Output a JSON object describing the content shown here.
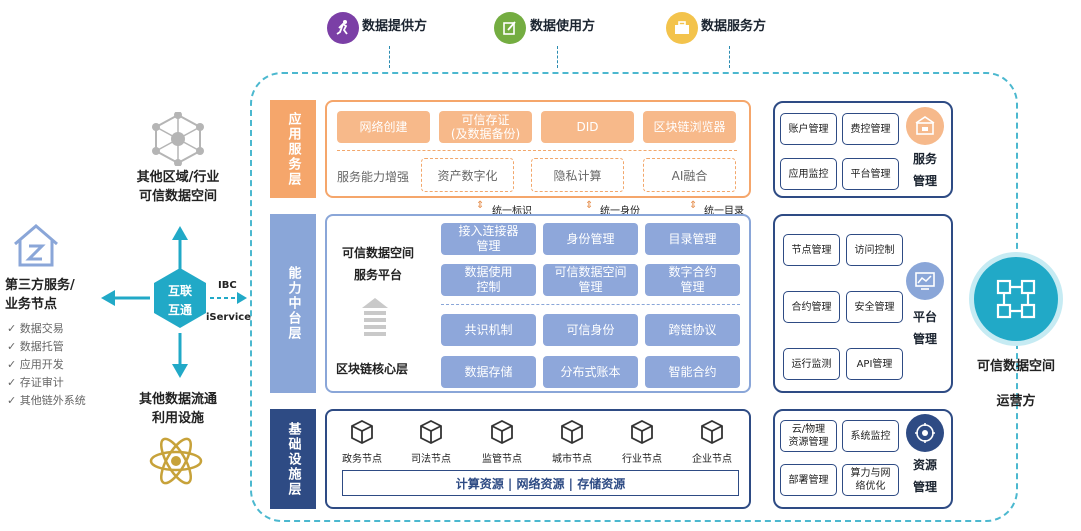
{
  "top_roles": [
    {
      "label": "数据提供方",
      "icon": "runner-icon",
      "color": "#7b3fa6"
    },
    {
      "label": "数据使用方",
      "icon": "edit-icon",
      "color": "#74ad41"
    },
    {
      "label": "数据服务方",
      "icon": "briefcase-icon",
      "color": "#f3c34c"
    }
  ],
  "left": {
    "other_space": "其他区域/行业\n可信数据空间",
    "hub": {
      "line1": "互联",
      "line2": "互通"
    },
    "ibc": "IBC",
    "iservice": "iService",
    "third_party": "第三方服务/\n业务节点",
    "third_party_items": [
      "数据交易",
      "数据托管",
      "应用开发",
      "存证审计",
      "其他链外系统"
    ],
    "infra": "其他数据流通\n利用设施",
    "check": "✓"
  },
  "layers": {
    "app": "应用服务层",
    "capability": "能力中台层",
    "infra": "基础设施层"
  },
  "app_layer": {
    "buttons": [
      "网络创建",
      "可信存证\n(及数据备份)",
      "DID",
      "区块链浏览器"
    ],
    "enhance_label": "服务能力增强",
    "enhance_items": [
      "资产数字化",
      "隐私计算",
      "AI融合"
    ]
  },
  "unify": [
    "统一标识",
    "统一身份",
    "统一目录"
  ],
  "capability_layer": {
    "platform_title": "可信数据空间\n服务平台",
    "core_title": "区块链核心层",
    "top_buttons": [
      "接入连接器\n管理",
      "身份管理",
      "目录管理",
      "数据使用\n控制",
      "可信数据空间\n管理",
      "数字合约\n管理"
    ],
    "bottom_buttons": [
      "共识机制",
      "可信身份",
      "跨链协议",
      "数据存储",
      "分布式账本",
      "智能合约"
    ]
  },
  "infra_layer": {
    "nodes": [
      "政务节点",
      "司法节点",
      "监管节点",
      "城市节点",
      "行业节点",
      "企业节点"
    ],
    "resources": "计算资源 | 网络资源 | 存储资源"
  },
  "right": {
    "service_mgmt": {
      "items": [
        "账户管理",
        "费控管理",
        "应用监控",
        "平台管理"
      ],
      "label": "服务\n管理"
    },
    "platform_mgmt": {
      "items": [
        "节点管理",
        "访问控制",
        "合约管理",
        "安全管理",
        "运行监测",
        "API管理"
      ],
      "label": "平台\n管理"
    },
    "resource_mgmt": {
      "items": [
        "云/物理\n资源管理",
        "系统监控",
        "部署管理",
        "算力与网\n络优化"
      ],
      "label": "资源\n管理"
    },
    "operator_line1": "可信数据空间",
    "operator_line2": "运营方"
  },
  "colors": {
    "orange": "#f5a66b",
    "blue": "#8aa6d8",
    "navy": "#2e4b84",
    "teal": "#21a9c7"
  }
}
